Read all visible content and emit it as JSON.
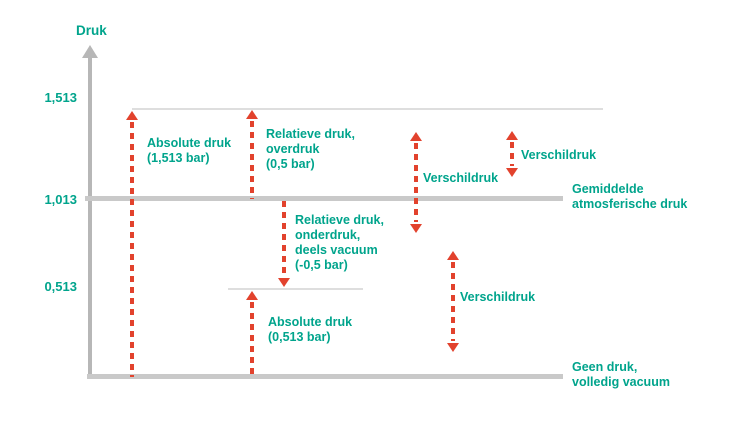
{
  "diagram": {
    "axis_label": "Druk",
    "ticks": [
      {
        "value": "1,513"
      },
      {
        "value": "1,013"
      },
      {
        "value": "0,513"
      }
    ],
    "annotations": {
      "absolute_druk_high": "Absolute druk\n(1,513 bar)",
      "relatieve_overdruk": "Relatieve druk,\noverdruk\n(0,5 bar)",
      "verschildruk_left": "Verschildruk",
      "verschildruk_right": "Verschildruk",
      "verschildruk_bottom": "Verschildruk",
      "gemiddelde_atmosferische_druk": "Gemiddelde\natmosferische druk",
      "relatieve_onderdruk": "Relatieve druk,\nonderdruk,\ndeels vacuum\n(-0,5 bar)",
      "absolute_druk_low": "Absolute druk\n(0,513 bar)",
      "geen_druk": "Geen druk,\nvolledig vacuum"
    },
    "colors": {
      "teal": "#00a48c",
      "red": "#e2422d",
      "gray_line_thick": "#c9c9c9",
      "gray_line_thin": "#dedede",
      "axis_gray": "#b7b7b7"
    }
  }
}
